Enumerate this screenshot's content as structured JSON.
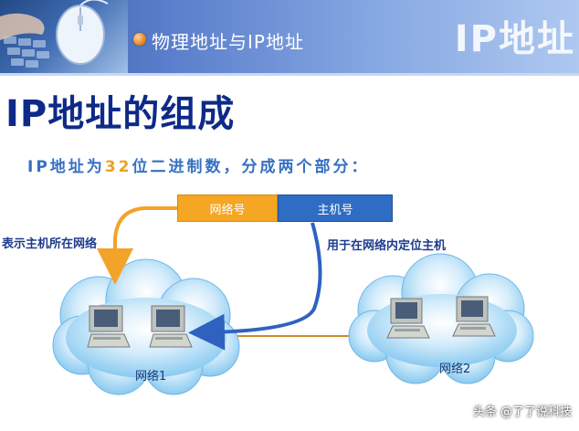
{
  "header": {
    "section_title": "物理地址与IP地址",
    "brand": "IP地址"
  },
  "title": "IP地址的组成",
  "subtitle": {
    "prefix": "IP地址为",
    "number": "32",
    "suffix": "位二进制数，分成两个部分："
  },
  "address_parts": {
    "network": "网络号",
    "host": "主机号"
  },
  "annotations": {
    "network_meaning": "表示主机所在网络",
    "host_meaning": "用于在网络内定位主机"
  },
  "clouds": {
    "network1": "网络1",
    "network2": "网络2"
  },
  "watermark": "头条 @了了说科技",
  "colors": {
    "network_part": "#f5a623",
    "host_part": "#2f6dc4",
    "title": "#0e2a88",
    "subtitle": "#3570c2",
    "subtitle_number": "#f0a020"
  }
}
